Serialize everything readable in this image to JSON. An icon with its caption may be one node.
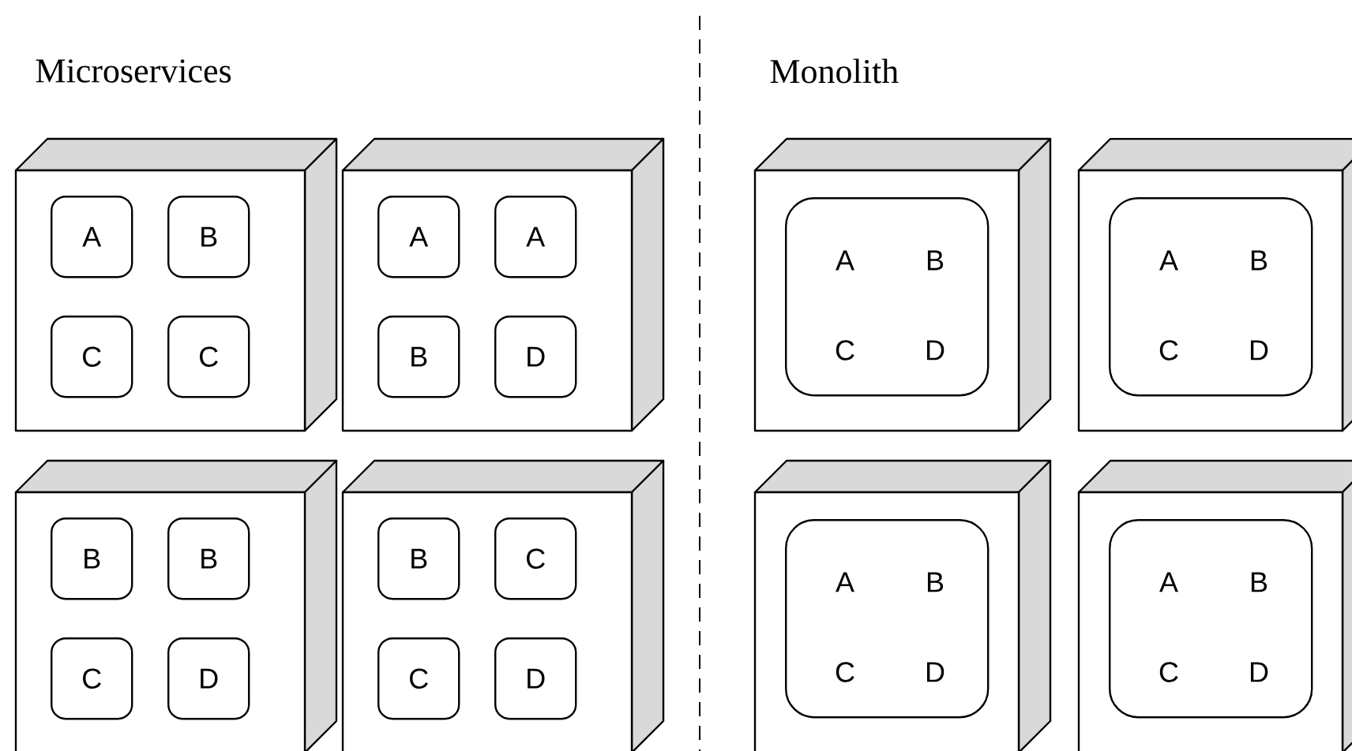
{
  "diagram": {
    "nodes": [
      {
        "text": [],
        "shape": "box"
      },
      {
        "text": [
          "A"
        ],
        "in": 0
      },
      {
        "text": [
          "B"
        ],
        "in": 0
      },
      {
        "text": [
          "C"
        ],
        "in": 0
      },
      {
        "text": [
          "C"
        ],
        "in": 0
      },
      {
        "text": [],
        "shape": "box"
      },
      {
        "text": [
          "A"
        ],
        "in": 5
      },
      {
        "text": [
          "A"
        ],
        "in": 5
      },
      {
        "text": [
          "B"
        ],
        "in": 5
      },
      {
        "text": [
          "D"
        ],
        "in": 5
      },
      {
        "text": [],
        "shape": "box"
      },
      {
        "text": [
          "A",
          "B",
          "C",
          "D"
        ],
        "in": 10
      },
      {
        "text": [],
        "shape": "box"
      },
      {
        "text": [
          "A",
          "B",
          "C",
          "D"
        ],
        "in": 12
      },
      {
        "text": [],
        "shape": "box"
      },
      {
        "text": [
          "B"
        ],
        "in": 14
      },
      {
        "text": [
          "B"
        ],
        "in": 14
      },
      {
        "text": [
          "C"
        ],
        "in": 14
      },
      {
        "text": [
          "D"
        ],
        "in": 14
      },
      {
        "text": [],
        "shape": "box"
      },
      {
        "text": [
          "B"
        ],
        "in": 19
      },
      {
        "text": [
          "C"
        ],
        "in": 19
      },
      {
        "text": [
          "C"
        ],
        "in": 19
      },
      {
        "text": [
          "D"
        ],
        "in": 19
      },
      {
        "text": [],
        "shape": "box"
      },
      {
        "text": [
          "A",
          "B",
          "C",
          "D"
        ],
        "in": 24
      },
      {
        "text": [],
        "shape": "box"
      },
      {
        "text": [
          "A",
          "B",
          "C",
          "D"
        ],
        "in": 26
      }
    ],
    "labels": [
      "Microservices",
      "Monolith"
    ]
  }
}
